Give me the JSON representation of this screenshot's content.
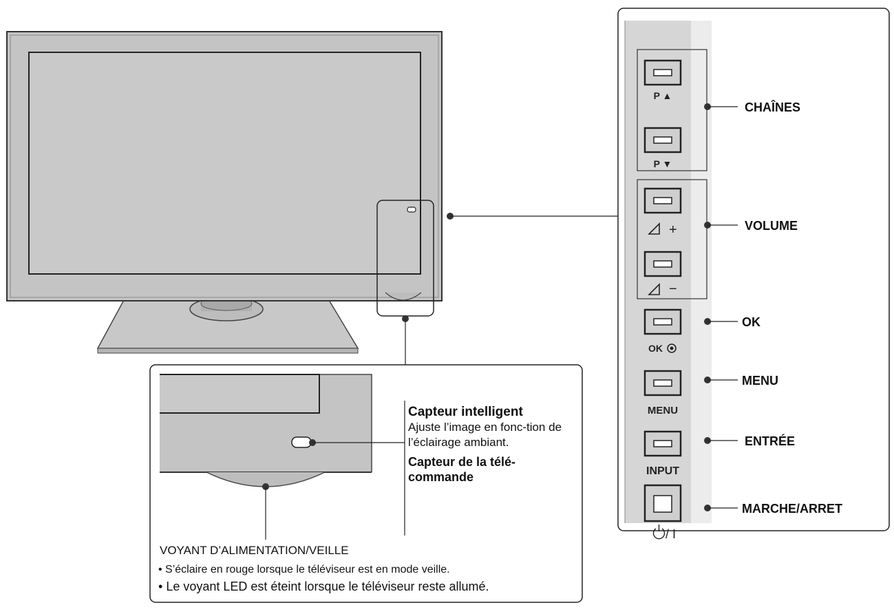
{
  "controls": {
    "p_up_label": "P ▲",
    "p_down_label": "P ▼",
    "vol_up_label": "+",
    "vol_down_label": "−",
    "ok_label": "OK",
    "menu_label": "MENU",
    "input_label": "INPUT",
    "power_label": "/ I"
  },
  "callouts": {
    "chaines": "CHAÎNES",
    "volume": "VOLUME",
    "ok": "OK",
    "menu": "MENU",
    "entree": "ENTRÉE",
    "marche_arret": "MARCHE/ARRET"
  },
  "sensor": {
    "title": "Capteur intelligent",
    "description": "Ajuste l’image en fonc-tion de l’éclairage ambiant.",
    "remote": "Capteur de la télé-commande"
  },
  "led": {
    "title": "VOYANT D’ALIMENTATION/VEILLE",
    "bullets": [
      "S’éclaire en rouge lorsque le téléviseur est en mode veille.",
      "Le voyant LED est éteint lorsque le téléviseur reste allumé."
    ]
  },
  "colors": {
    "bezel": "#c4c4c4",
    "screen": "#c9c9c9",
    "panel_strip": "#d6d6d6",
    "line": "#222222"
  },
  "icons": [
    "volume-wedge-icon",
    "ok-ring-icon",
    "power-icon"
  ]
}
